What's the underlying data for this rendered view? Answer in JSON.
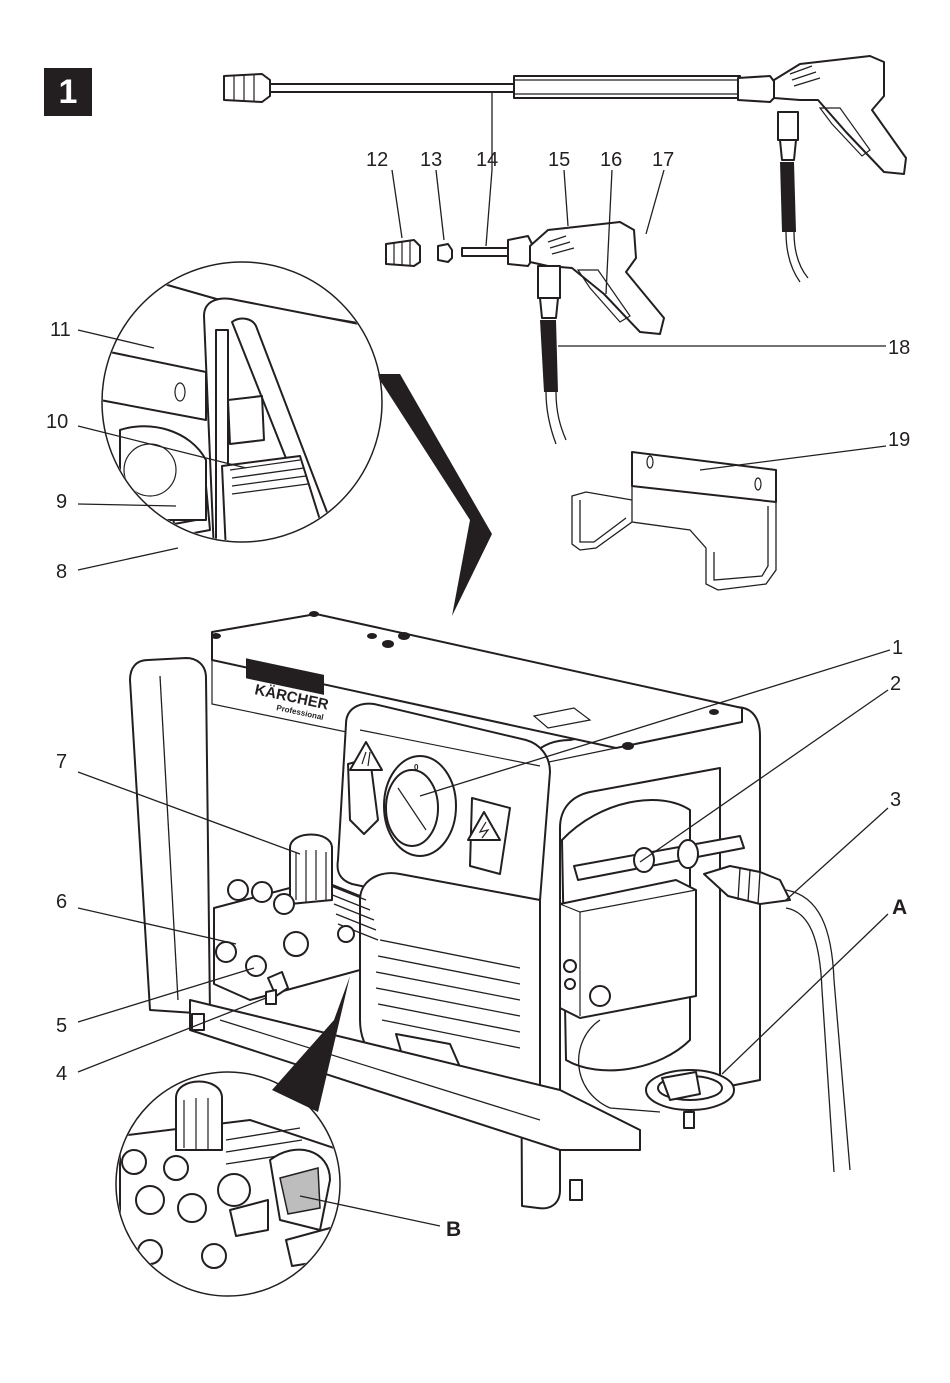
{
  "figure": {
    "number": "1"
  },
  "brand": {
    "name": "KÄRCHER",
    "line": "Professional"
  },
  "callouts": [
    {
      "id": "1",
      "label": "1"
    },
    {
      "id": "2",
      "label": "2"
    },
    {
      "id": "3",
      "label": "3"
    },
    {
      "id": "4",
      "label": "4"
    },
    {
      "id": "5",
      "label": "5"
    },
    {
      "id": "6",
      "label": "6"
    },
    {
      "id": "7",
      "label": "7"
    },
    {
      "id": "8",
      "label": "8"
    },
    {
      "id": "9",
      "label": "9"
    },
    {
      "id": "10",
      "label": "10"
    },
    {
      "id": "11",
      "label": "11"
    },
    {
      "id": "12",
      "label": "12"
    },
    {
      "id": "13",
      "label": "13"
    },
    {
      "id": "14",
      "label": "14"
    },
    {
      "id": "15",
      "label": "15"
    },
    {
      "id": "16",
      "label": "16"
    },
    {
      "id": "17",
      "label": "17"
    },
    {
      "id": "18",
      "label": "18"
    },
    {
      "id": "19",
      "label": "19"
    },
    {
      "id": "A",
      "label": "A"
    },
    {
      "id": "B",
      "label": "B"
    }
  ],
  "colors": {
    "ink": "#231f20",
    "paper": "#ffffff"
  }
}
